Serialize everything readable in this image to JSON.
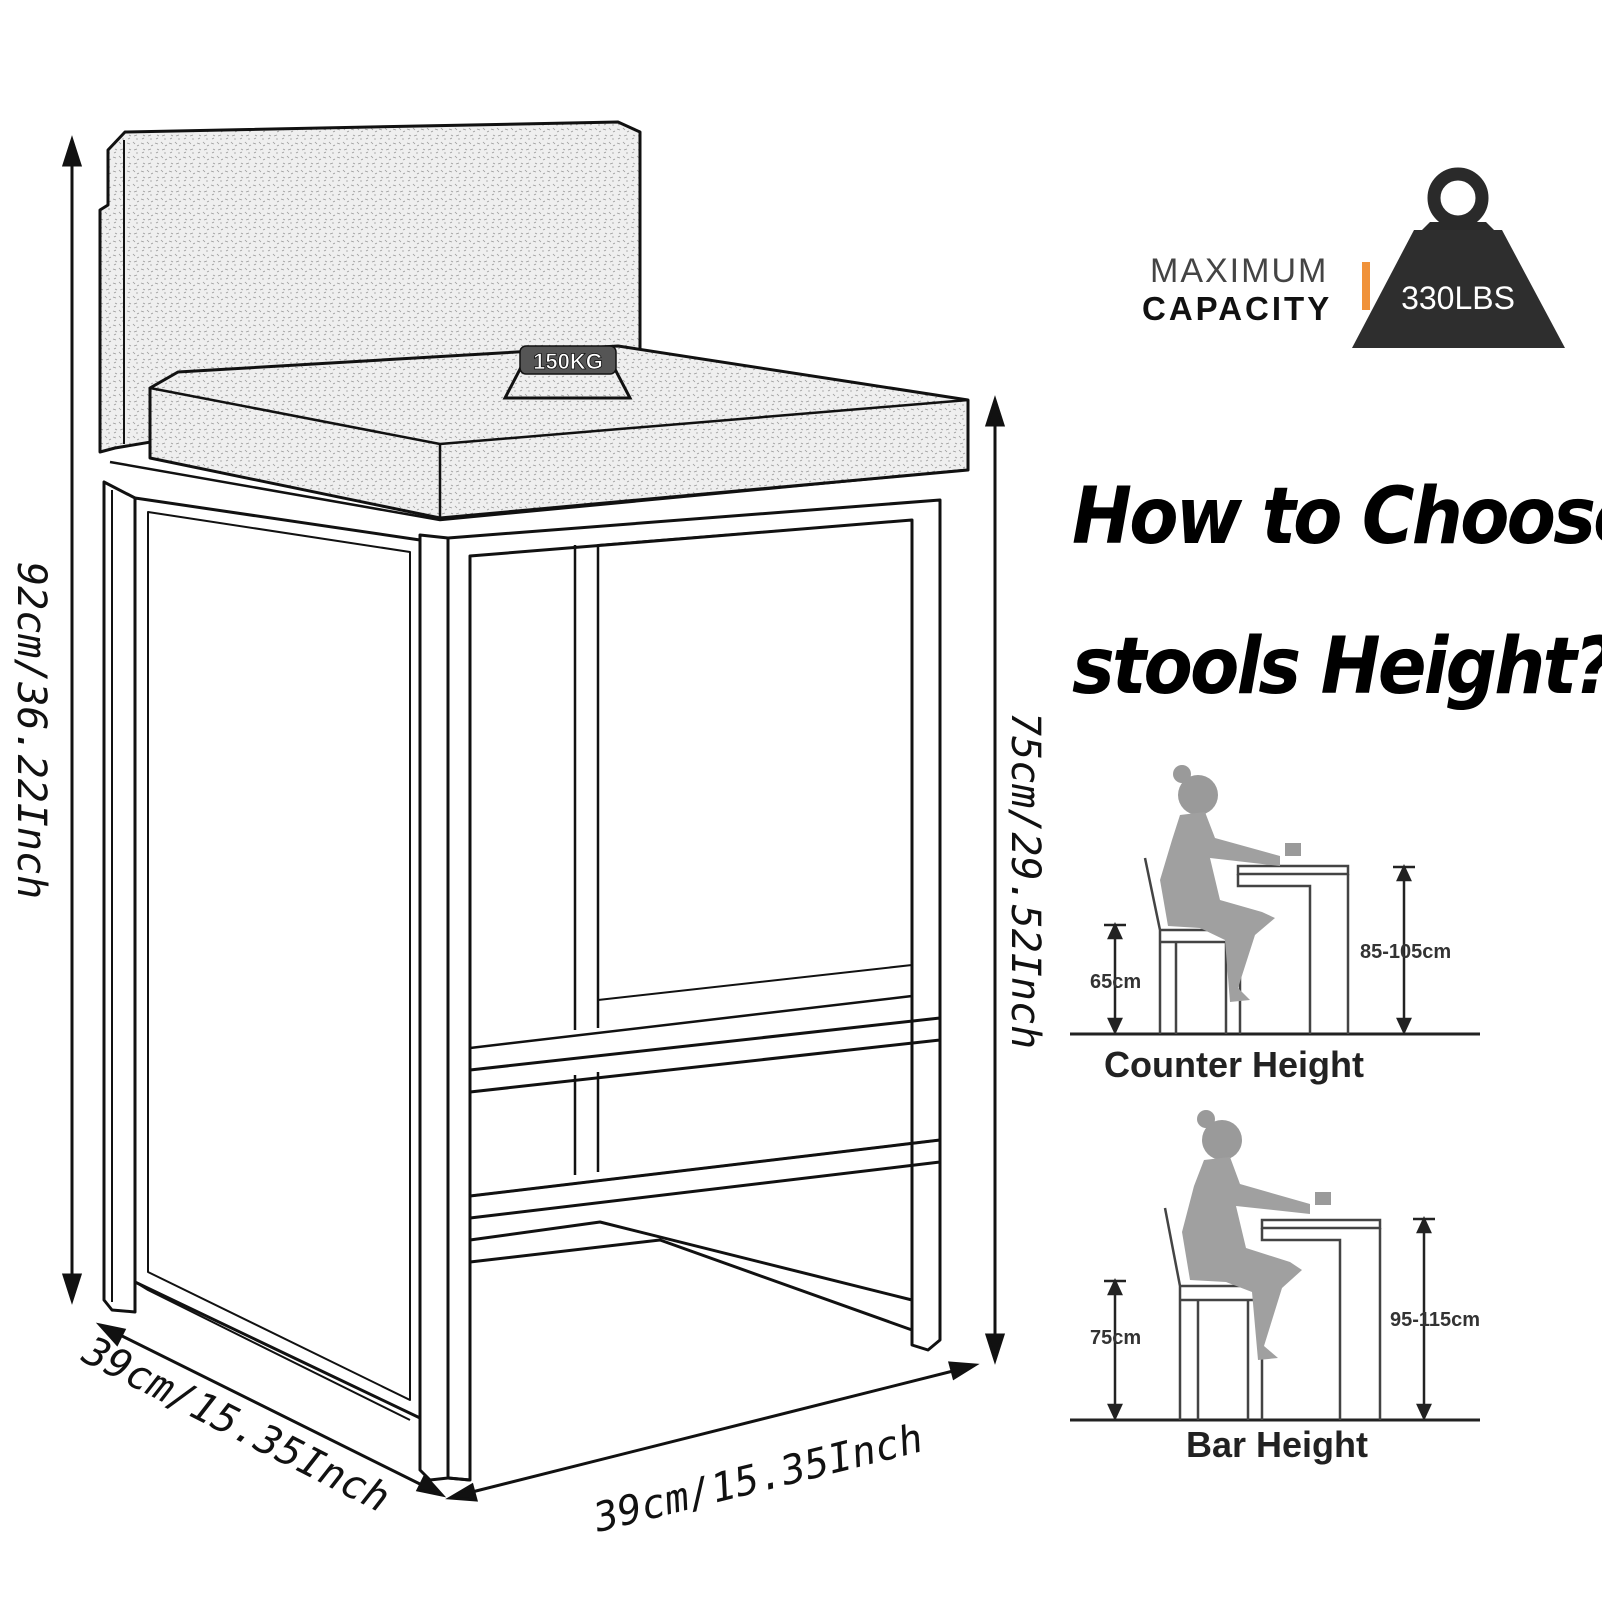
{
  "dimensions": {
    "total_height": "92cm/36.22Inch",
    "seat_height": "75cm/29.52Inch",
    "depth": "39cm/15.35Inch",
    "width": "39cm/15.35Inch"
  },
  "seat_badge": "150KG",
  "capacity": {
    "line1": "MAXIMUM",
    "line2": "CAPACITY",
    "weight": "330LBS",
    "accent_color": "#f0923a"
  },
  "guide": {
    "title_line1": "How to Choose",
    "title_line2": "stools Height?",
    "counter": {
      "seat": "65cm",
      "table": "85-105cm",
      "caption": "Counter Height"
    },
    "bar": {
      "seat": "75cm",
      "table": "95-115cm",
      "caption": "Bar Height"
    }
  }
}
